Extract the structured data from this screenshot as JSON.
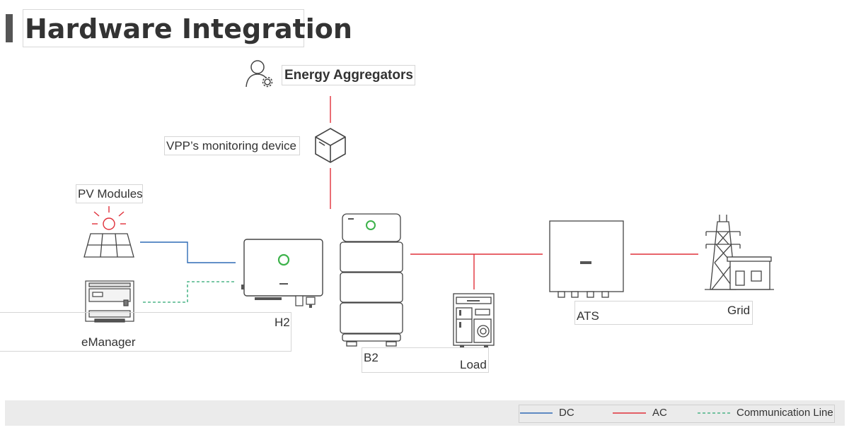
{
  "header": {
    "title": "Hardware Integration"
  },
  "nodes": {
    "aggregators": "Energy Aggregators",
    "vpp_device": "VPP’s monitoring device",
    "pv_modules": "PV Modules",
    "emanager": "eManager",
    "h2": "H2",
    "b2": "B2",
    "load": "Load",
    "ats": "ATS",
    "grid": "Grid"
  },
  "legend": {
    "dc": "DC",
    "ac": "AC",
    "comm": "Communication Line"
  },
  "colors": {
    "dc": "#2f6bb5",
    "ac": "#e0303a",
    "comm": "#2aa872",
    "led": "#3cb24a",
    "device_stroke": "#444444"
  },
  "icons": {
    "aggregators": "user-gear-icon",
    "vpp_device": "package-cube-icon",
    "pv_modules": "solar-panel-icon",
    "emanager": "emanager-device-icon",
    "h2": "inverter-icon",
    "b2": "battery-stack-icon",
    "load": "household-appliances-icon",
    "ats": "ats-switch-icon",
    "grid": "power-tower-icon"
  }
}
